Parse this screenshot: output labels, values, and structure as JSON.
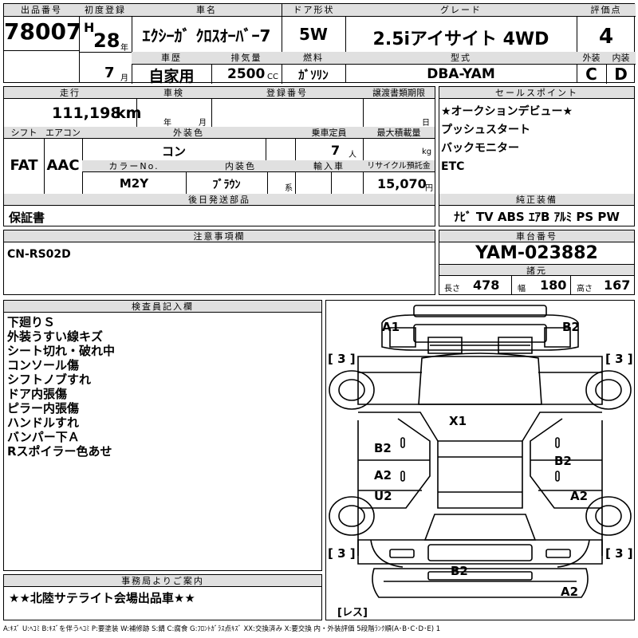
{
  "labels": {
    "lot_no": "出品番号",
    "first_reg": "初度登録",
    "car_name": "車名",
    "door": "ドア形状",
    "grade": "グレード",
    "score": "評価点",
    "history": "車歴",
    "displacement": "排気量",
    "fuel": "燃料",
    "model_code": "型式",
    "exterior": "外装",
    "interior": "内装",
    "mileage": "走行",
    "inspection": "車検",
    "reg_no": "登録番号",
    "transfer_deadline": "譲渡書類期限",
    "sales_points": "セールスポイント",
    "shift": "シフト",
    "aircon": "エアコン",
    "ext_color": "外装色",
    "capacity": "乗車定員",
    "max_load": "最大積載量",
    "color_no": "カラーNo.",
    "int_color": "内装色",
    "import": "輸入車",
    "recycle": "リサイクル預託金",
    "later_parts": "後日発送部品",
    "genuine_equip": "純正装備",
    "notes": "注意事項欄",
    "chassis_no": "車台番号",
    "dims": "諸元",
    "length": "長さ",
    "width": "幅",
    "height": "高さ",
    "inspector_notes": "検査員記入欄",
    "office_info": "事務局よりご案内"
  },
  "units": {
    "year": "年",
    "month": "月",
    "cc": "CC",
    "km": "km",
    "people": "人",
    "kg": "kg",
    "yen": "円",
    "kei": "系"
  },
  "vehicle": {
    "lot_no": "78007",
    "era": "H",
    "year": "28",
    "month": "7",
    "car_name": "ｴｸｼｰｶﾞ ｸﾛｽｵｰﾊﾞｰ7",
    "door": "5W",
    "grade": "2.5iアイサイト 4WD",
    "score": "4",
    "history": "自家用",
    "displacement": "2500",
    "fuel": "ｶﾞｿﾘﾝ",
    "model_code": "DBA-YAM",
    "exterior_grade": "C",
    "interior_grade": "D",
    "mileage": "111,198",
    "inspection_year": "年",
    "inspection_month": "月",
    "transfer_day": "日",
    "shift": "FAT",
    "aircon": "AAC",
    "ext_color": "コン",
    "capacity": "7",
    "color_no": "M2Y",
    "int_color": "ﾌﾞﾗｳﾝ",
    "recycle": "15,070",
    "later_parts": "保証書",
    "notes": "CN-RS02D",
    "chassis_no": "YAM-023882",
    "length": "478",
    "width": "180",
    "height": "167"
  },
  "sales_points": [
    "★オークションデビュー★",
    "プッシュスタート",
    "バックモニター",
    "ETC"
  ],
  "genuine_equipment": "ﾅﾋﾞ TV ABS ｴｱB ｱﾙﾐ PS PW",
  "inspector_notes": [
    "下廻りＳ",
    "外装うすい線キズ",
    "シート切れ・破れ中",
    "コンソール傷",
    "シフトノブすれ",
    "ドア内張傷",
    "ピラー内張傷",
    "ハンドルすれ",
    "バンパー下Ａ",
    "Rスポイラー色あせ"
  ],
  "diagram": {
    "marks": {
      "a1": "A1",
      "b2_top": "B2",
      "x1": "X1",
      "b2_left": "B2",
      "b2_right": "B2",
      "a2_left": "A2",
      "u2_left": "U2",
      "a2_right": "A2",
      "b2_bottom": "B2",
      "a2_bottom": "A2"
    },
    "brackets": {
      "tl": "[ 3 ]",
      "tr": "[ 3 ]",
      "bl": "[ 3 ]",
      "br": "[ 3 ]"
    },
    "less_label": "[レス]"
  },
  "office_message": "★★北陸サテライト会場出品車★★",
  "legend": "A:ｷｽﾞ U:ﾍｺﾐ B:ｷｽﾞを伴うﾍｺﾐ P:要塗装 W:補修跡 S:錆 C:腐食 G:ﾌﾛﾝﾄｶﾞﾗｽ点ｷｽﾞ XX:交換済み X:要交換 内・外装評価 5段階ﾗﾝｸ順(A･B･C･D･E) 1"
}
